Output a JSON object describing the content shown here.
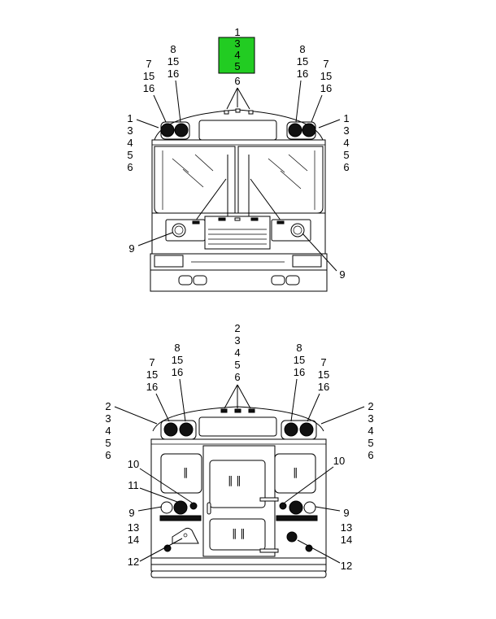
{
  "highlight_color": "#22cc22",
  "front_view": {
    "top_labels": [
      "1",
      "3",
      "4",
      "5",
      "6"
    ],
    "left_outer_lamp": [
      "7",
      "15",
      "16"
    ],
    "left_inner_lamp": [
      "8",
      "15",
      "16"
    ],
    "right_inner_lamp": [
      "8",
      "15",
      "16"
    ],
    "right_outer_lamp": [
      "7",
      "15",
      "16"
    ],
    "left_side": [
      "1",
      "3",
      "4",
      "5",
      "6"
    ],
    "right_side": [
      "1",
      "3",
      "4",
      "5",
      "6"
    ],
    "left_headlamp": "9",
    "right_headlamp": "9"
  },
  "rear_view": {
    "top_labels": [
      "2",
      "3",
      "4",
      "5",
      "6"
    ],
    "left_outer_lamp": [
      "7",
      "15",
      "16"
    ],
    "left_inner_lamp": [
      "8",
      "15",
      "16"
    ],
    "right_inner_lamp": [
      "8",
      "15",
      "16"
    ],
    "right_outer_lamp": [
      "7",
      "15",
      "16"
    ],
    "left_side": [
      "2",
      "3",
      "4",
      "5",
      "6"
    ],
    "right_side": [
      "2",
      "3",
      "4",
      "5",
      "6"
    ],
    "left_10": "10",
    "right_10": "10",
    "left_11": "11",
    "left_9": "9",
    "right_9": "9",
    "left_13_14": [
      "13",
      "14"
    ],
    "right_13_14": [
      "13",
      "14"
    ],
    "left_12": "12",
    "right_12": "12"
  }
}
